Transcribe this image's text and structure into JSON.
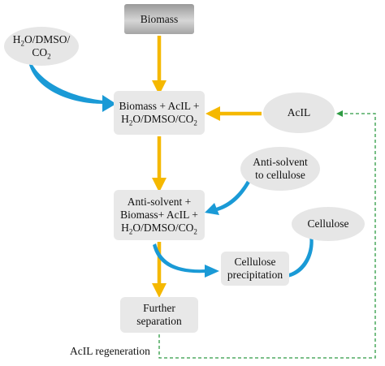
{
  "nodes": {
    "biomass": "Biomass",
    "solvent_left": {
      "part1": "H",
      "sub1": "2",
      "part2": "O/DMSO/",
      "part3": "CO",
      "sub2": "2"
    },
    "mix1": {
      "line1": "Biomass + AcIL +",
      "line2_a": "H",
      "line2_sub1": "2",
      "line2_b": "O/DMSO/CO",
      "line2_sub2": "2"
    },
    "acil": "AcIL",
    "antisolvent": {
      "line1": "Anti-solvent",
      "line2": "to cellulose"
    },
    "mix2": {
      "line1": "Anti-solvent +",
      "line2": "Biomass+ AcIL +",
      "line3_a": "H",
      "line3_sub1": "2",
      "line3_b": "O/DMSO/CO",
      "line3_sub2": "2"
    },
    "cellulose": "Cellulose",
    "precip": {
      "line1": "Cellulose",
      "line2": "precipitation"
    },
    "separation": {
      "line1": "Further",
      "line2": "separation"
    }
  },
  "labels": {
    "regeneration": "AcIL regeneration"
  },
  "colors": {
    "flow_arrow": "#f5b800",
    "curved_arrow": "#1a9ad6",
    "dashed_line": "#2e9b43",
    "box_fill": "#e8e8e8",
    "ellipse_fill": "#e6e6e6"
  }
}
